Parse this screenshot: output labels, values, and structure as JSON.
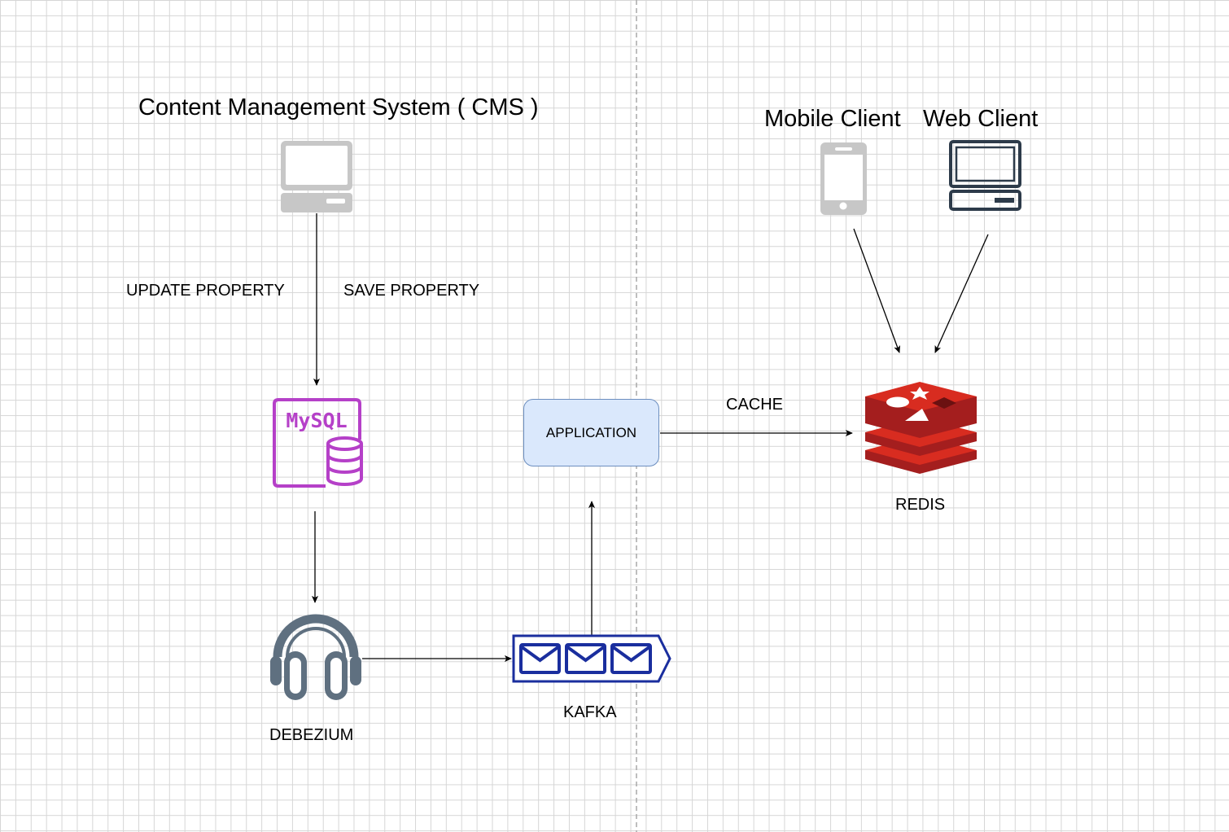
{
  "diagram": {
    "cms_title": "Content Management System ( CMS )",
    "mobile_client_label": "Mobile Client",
    "web_client_label": "Web Client",
    "update_property_label": "UPDATE PROPERTY",
    "save_property_label": "SAVE PROPERTY",
    "mysql_logo_text": "MySQL",
    "application_label": "APPLICATION",
    "cache_label": "CACHE",
    "redis_label": "REDIS",
    "debezium_label": "DEBEZIUM",
    "kafka_label": "KAFKA",
    "colors": {
      "mysql": "#b540c8",
      "redis_dark": "#a41e1e",
      "redis_light": "#d82c20",
      "kafka": "#1a2e9e",
      "debezium": "#5f7080",
      "device_gray": "#c7c7c7",
      "web_client": "#2d3b4a",
      "app_fill": "#dae8fc",
      "app_border": "#6c8ebf"
    },
    "icons": {
      "cms": "desktop-computer-icon",
      "mobile": "mobile-phone-icon",
      "web": "desktop-monitor-icon",
      "mysql": "mysql-database-icon",
      "redis": "redis-logo-icon",
      "debezium": "headphones-icon",
      "kafka": "message-queue-icon"
    }
  }
}
